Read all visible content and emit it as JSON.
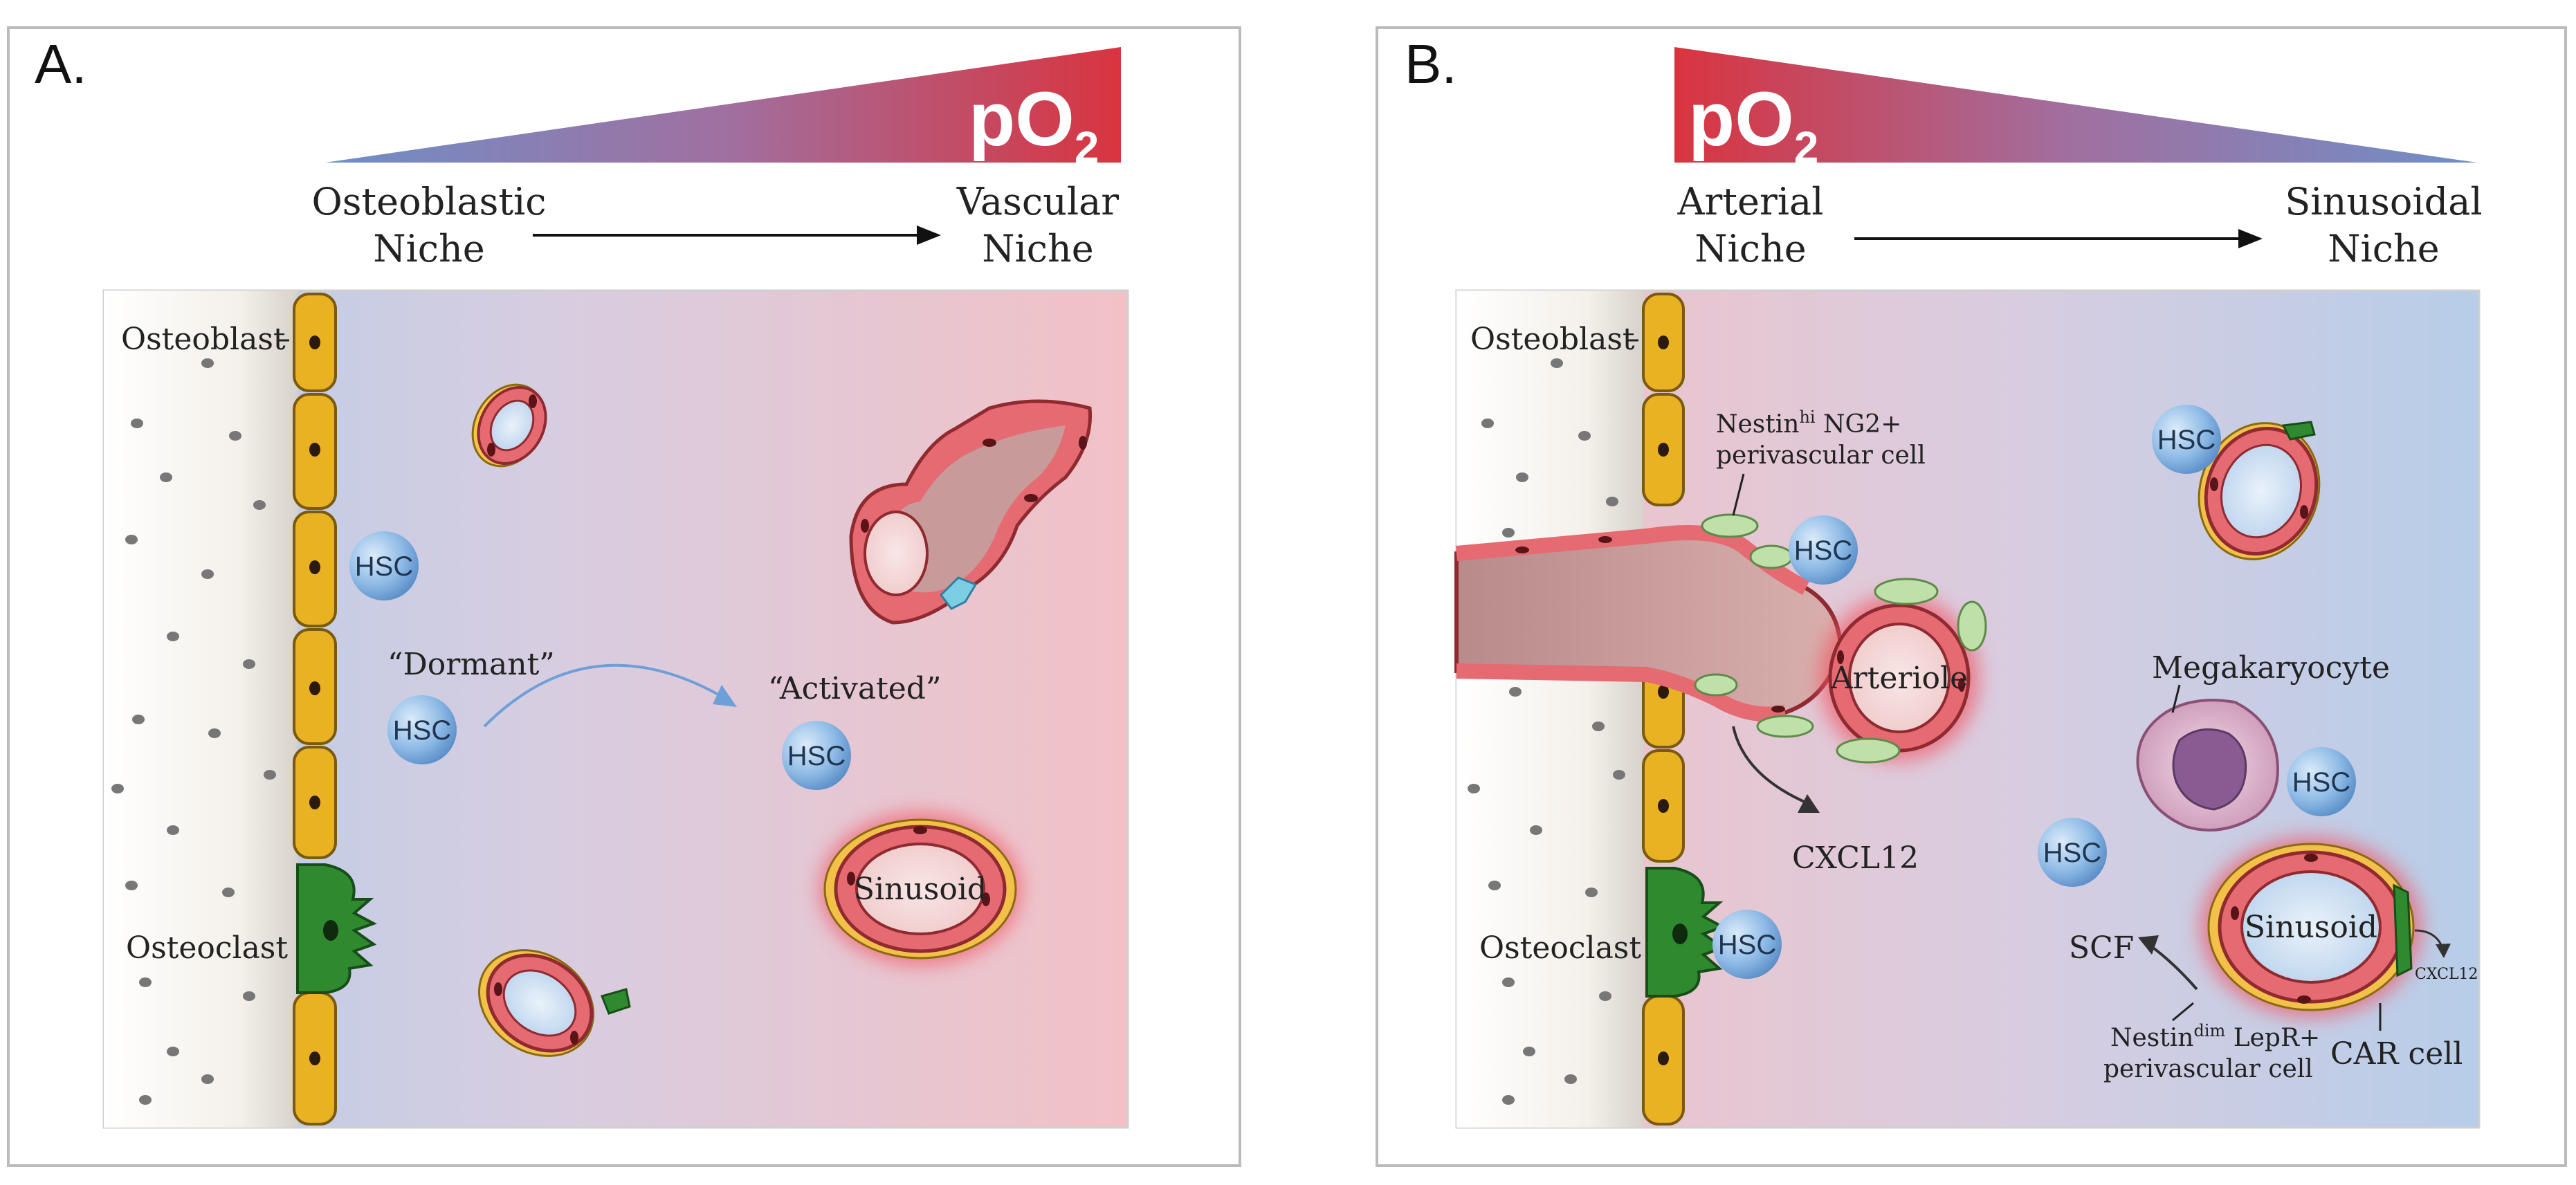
{
  "panels": [
    {
      "letter": "A.",
      "po2_base": "pO",
      "po2_sub": "2",
      "left_niche_line1": "Osteoblastic",
      "left_niche_line2": "Niche",
      "right_niche_line1": "Vascular",
      "right_niche_line2": "Niche",
      "osteoblast": "Osteoblast",
      "osteoclast": "Osteoclast",
      "dormant": "“Dormant”",
      "activated": "“Activated”",
      "sinusoid": "Sinusoid",
      "hsc": "HSC"
    },
    {
      "letter": "B.",
      "po2_base": "pO",
      "po2_sub": "2",
      "left_niche_line1": "Arterial",
      "left_niche_line2": "Niche",
      "right_niche_line1": "Sinusoidal",
      "right_niche_line2": "Niche",
      "osteoblast": "Osteoblast",
      "osteoclast": "Osteoclast",
      "nestin_hi_base": "Nestin",
      "nestin_hi_sup": "hi",
      "nestin_hi_rest": " NG2+",
      "nestin_hi_line2": "perivascular cell",
      "arteriole": "Arteriole",
      "cxcl12": "CXCL12",
      "megakaryocyte": "Megakaryocyte",
      "sinusoid": "Sinusoid",
      "scf": "SCF",
      "cxcl12_small": "CXCL12",
      "nestin_dim_base": "Nestin",
      "nestin_dim_sup": "dim",
      "nestin_dim_rest": " LepR+",
      "nestin_dim_line2": "perivascular cell",
      "car_cell": "CAR cell",
      "hsc": "HSC"
    }
  ],
  "colors": {
    "blue_niche": "#b8cfe8",
    "pink_niche": "#f2c3c8",
    "po2_red": "#d9343f",
    "osteoblast_yellow": "#e9b222",
    "osteoclast_green": "#2f8a2f",
    "vessel_red": "#e0606a",
    "hsc_blue": "#7fb0e0"
  }
}
